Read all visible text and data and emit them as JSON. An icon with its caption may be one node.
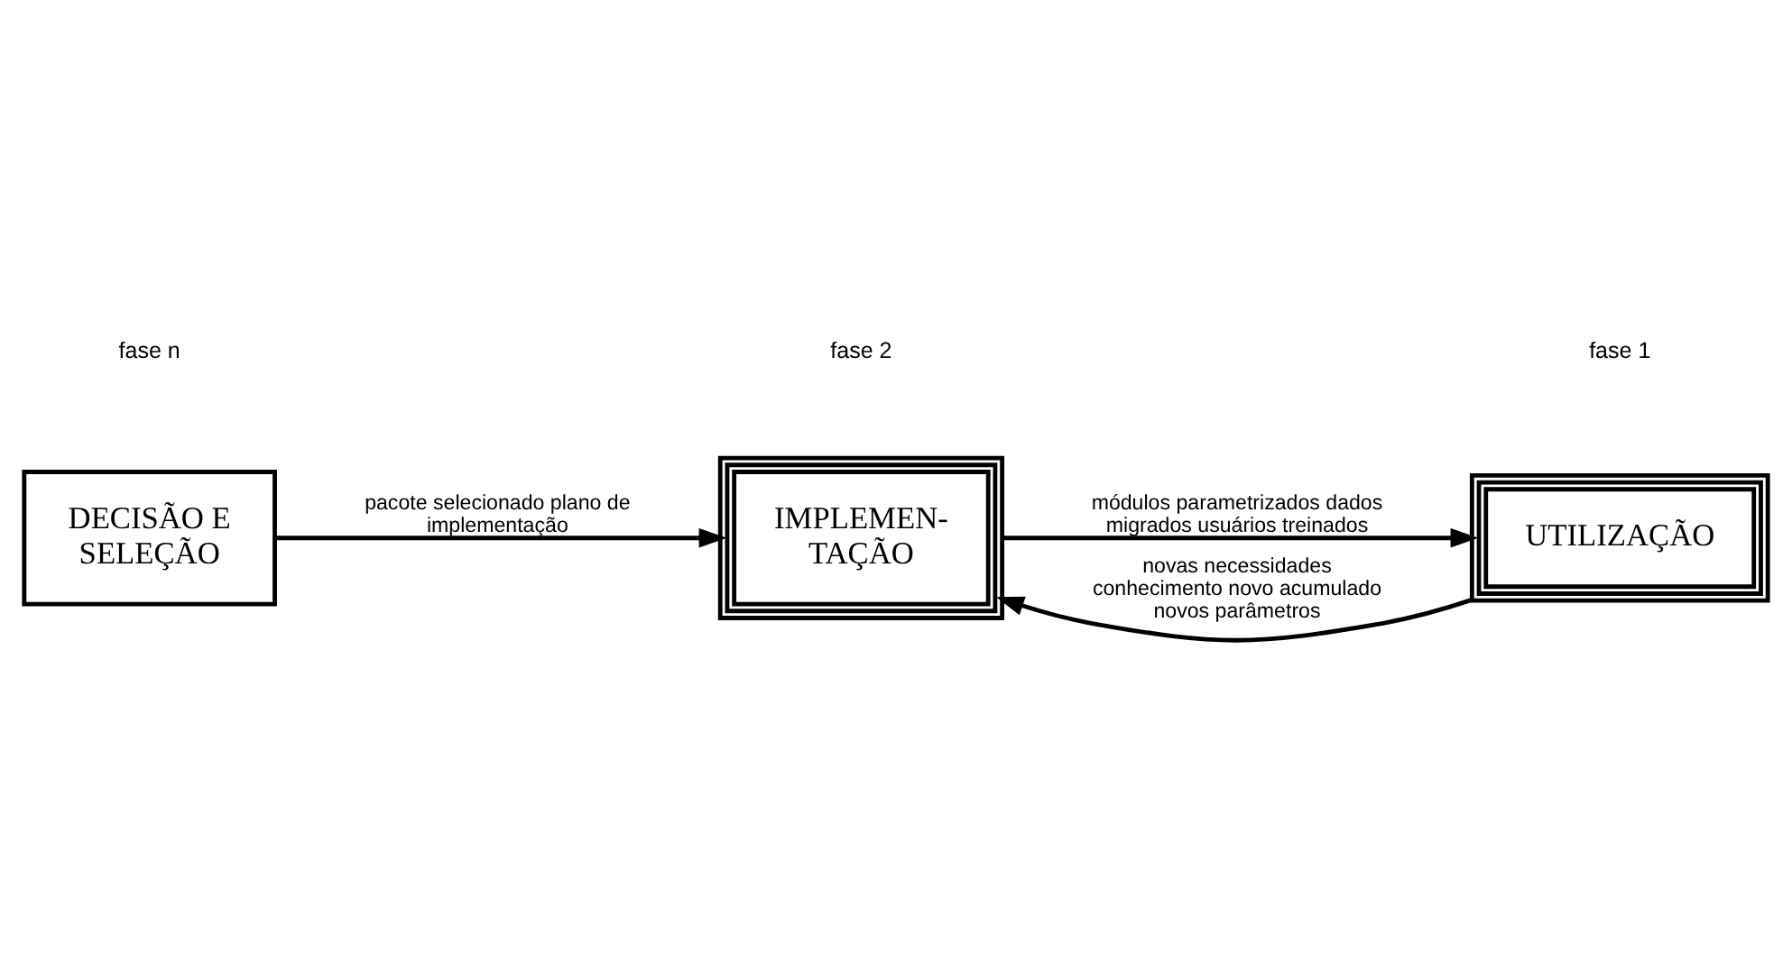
{
  "diagram": {
    "nodes": [
      {
        "text": [
          "DECISÃO E SELEÇÃO"
        ]
      },
      {
        "text": [
          "IMPLEMEN- TAÇÃO"
        ]
      },
      {
        "text": [
          "UTILIZAÇÃO"
        ]
      }
    ],
    "edges": [
      {
        "from": 0,
        "to": 1,
        "arrow": "to",
        "label": "pacote selecionado plano de implementação"
      },
      {
        "from": 1,
        "to": 2,
        "arrow": "to",
        "label": "módulos parametrizados dados migrados usuários treinados"
      },
      {
        "from": 2,
        "to": 1,
        "arrow": "to",
        "label": "novas necessidades conhecimento novo acumulado novos parâmetros"
      }
    ],
    "labels": [
      "fase n",
      "fase 2",
      "fase 1"
    ]
  }
}
